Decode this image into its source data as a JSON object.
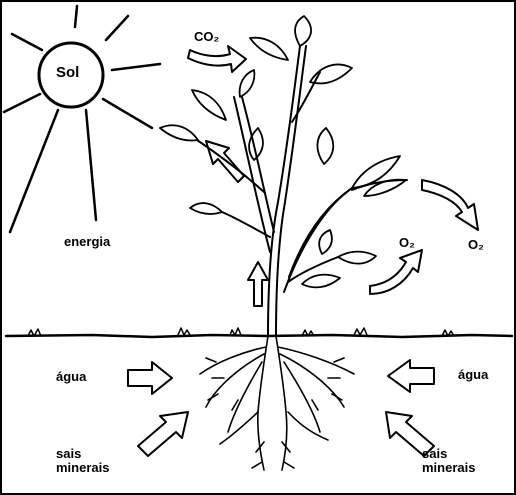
{
  "labels": {
    "sun": "Sol",
    "energy": "energia",
    "co2": "CO₂",
    "o2_leaf": "O₂",
    "o2_right": "O₂",
    "water_left": "água",
    "water_right": "água",
    "minerals_left_1": "sais",
    "minerals_left_2": "minerais",
    "minerals_right_1": "sais",
    "minerals_right_2": "minerais"
  },
  "colors": {
    "ink": "#000000",
    "background": "#ffffff"
  }
}
